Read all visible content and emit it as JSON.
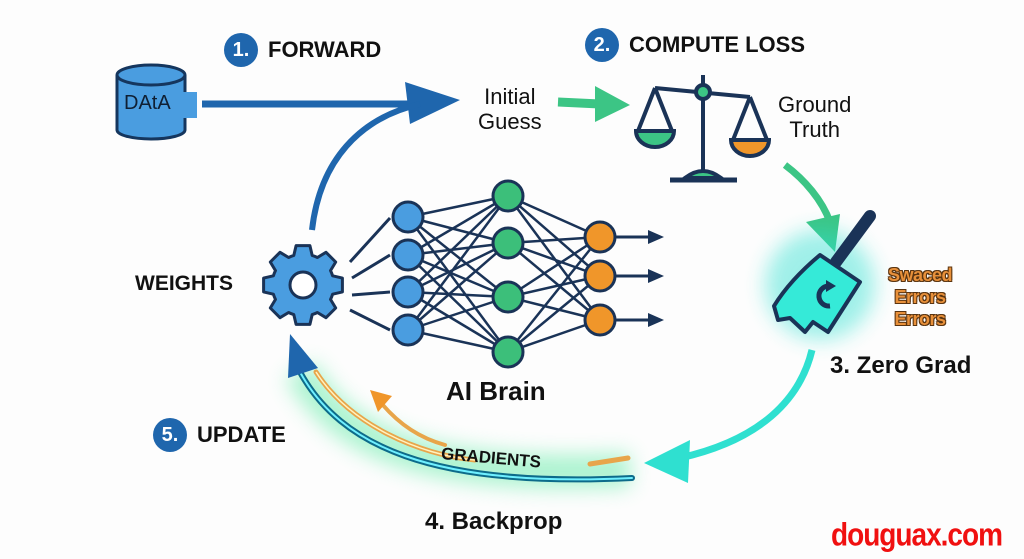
{
  "steps": [
    {
      "number": "1.",
      "label": "FORWARD"
    },
    {
      "number": "2.",
      "label": "COMPUTE LOSS"
    },
    {
      "number": "3.",
      "label": "Zero Grad"
    },
    {
      "number": "4.",
      "label": "Backprop"
    },
    {
      "number": "5.",
      "label": "UPDATE"
    }
  ],
  "step3_full": "3. Zero Grad",
  "step4_full": "4. Backprop",
  "nodes": {
    "data_label": "DAtA",
    "initial_guess": [
      "Initial",
      "Guess"
    ],
    "ground_truth": [
      "Ground",
      "Truth"
    ],
    "weights": "WEIGHTS",
    "brain": "AI Brain",
    "gradients": "GRADIENTS",
    "broom_caption": [
      "Swaced",
      "Errors",
      "Errors"
    ]
  },
  "network": {
    "layers": [
      4,
      4,
      3
    ],
    "colors": {
      "input": "#4a9de0",
      "hidden": "#3cbf7a",
      "output": "#f0962a",
      "stroke": "#1a3357"
    }
  },
  "colors": {
    "primary_blue": "#1f66ad",
    "green": "#3cc585",
    "cyan": "#2fe0d0",
    "orange": "#f0962a",
    "navy": "#1a3357",
    "watermark": "#f01010"
  },
  "watermark": "douguax.com"
}
